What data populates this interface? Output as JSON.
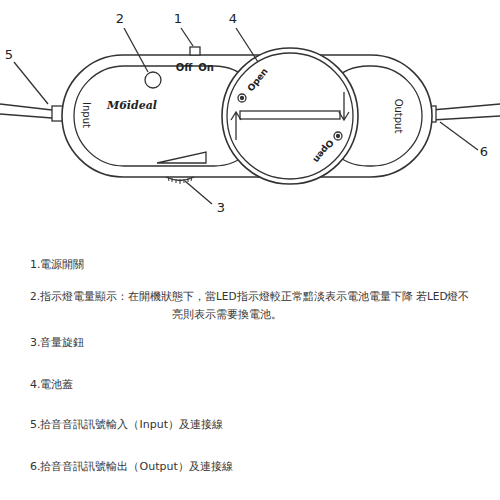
{
  "diagram": {
    "labels": [
      "2",
      "1",
      "4",
      "Off",
      "On",
      "5",
      "Open",
      "Input",
      "M6ideal",
      "Open",
      "Output",
      "6",
      "3",
      "1.電源開關",
      "2.指示燈電量顯示：在開機狀態下，當LED指示燈較正常黯淡表示電池電量下降 若LED燈不亮則表示需要換電池。",
      "3.音量旋鈕",
      "4.電池蓋",
      "5.拾音音訊訊號輸入（Input）及連接線",
      "6.拾音音訊訊號輸出（Output）及連接線"
    ]
  }
}
